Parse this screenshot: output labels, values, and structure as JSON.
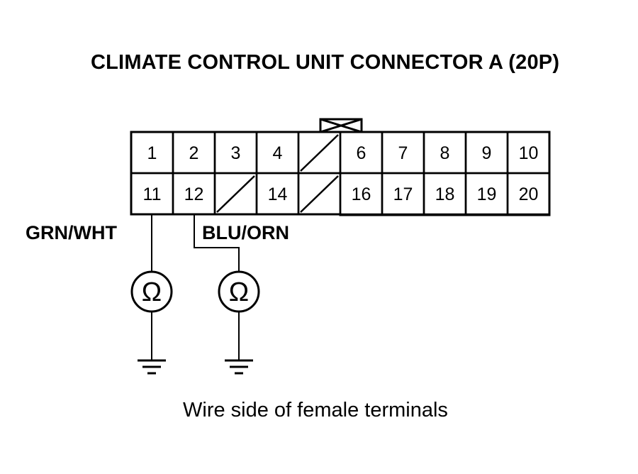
{
  "title": "CLIMATE CONTROL UNIT CONNECTOR A (20P)",
  "connector": {
    "rows": [
      [
        "1",
        "2",
        "3",
        "4",
        "",
        "6",
        "7",
        "8",
        "9",
        "10"
      ],
      [
        "11",
        "12",
        "",
        "14",
        "",
        "16",
        "17",
        "18",
        "19",
        "20"
      ]
    ]
  },
  "wires": [
    {
      "pin": "11",
      "color_label": "GRN/WHT"
    },
    {
      "pin": "12",
      "color_label": "BLU/ORN"
    }
  ],
  "meter_symbol": "Ω",
  "caption": "Wire side of female terminals"
}
